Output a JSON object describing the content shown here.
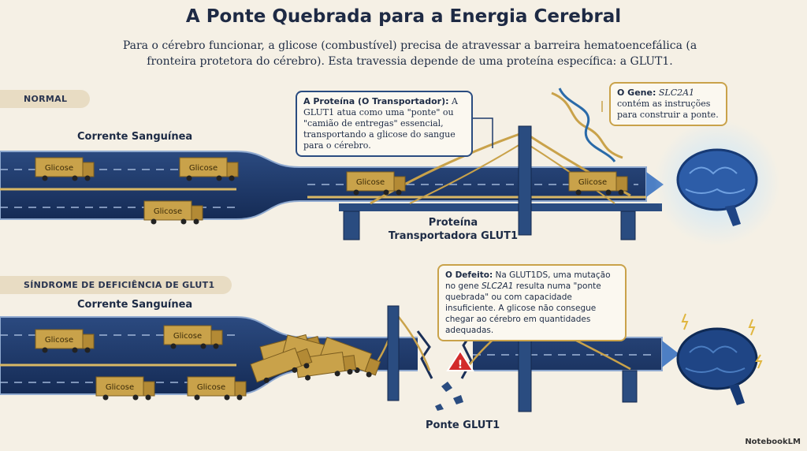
{
  "title": "A Ponte Quebrada para a Energia Cerebral",
  "subtitle": "Para o cérebro funcionar, a glicose (combustível) precisa de atravessar a barreira hematoencefálica (a fronteira protetora do cérebro). Esta travessia depende de uma proteína específica: a GLUT1.",
  "normal": {
    "section_label": "NORMAL",
    "stream_label": "Corrente Sanguínea",
    "truck_label": "Glicose",
    "protein_callout": {
      "heading": "A Proteína (O Transportador):",
      "text": "A GLUT1 atua como uma \"ponte\" ou \"camião de entregas\" essencial, transportando a glicose do sangue para o cérebro."
    },
    "gene_callout": {
      "heading": "O Gene:",
      "gene": "SLC2A1",
      "text": "contém as instruções para construir a ponte."
    },
    "bridge_label_line1": "Proteína",
    "bridge_label_line2": "Transportadora GLUT1"
  },
  "deficiency": {
    "section_label": "SÍNDROME DE DEFICIÊNCIA DE GLUT1",
    "stream_label": "Corrente Sanguínea",
    "truck_label": "Glicose",
    "defect_callout": {
      "heading": "O Defeito:",
      "text1": "Na GLUT1DS, uma mutação no gene",
      "gene": "SLC2A1",
      "text2": "resulta numa \"ponte quebrada\" ou com capacidade insuficiente. A glicose não consegue chegar ao cérebro em quantidades adequadas."
    },
    "bridge_label": "Ponte GLUT1",
    "warning_icon": "!"
  },
  "watermark": "NotebookLM",
  "colors": {
    "road": "#1f3a6b",
    "truck": "#c9a24a",
    "bridge": "#2a4c80",
    "cable": "#c9a24a",
    "brain": "#2d5da8",
    "warning": "#d22b2b"
  }
}
